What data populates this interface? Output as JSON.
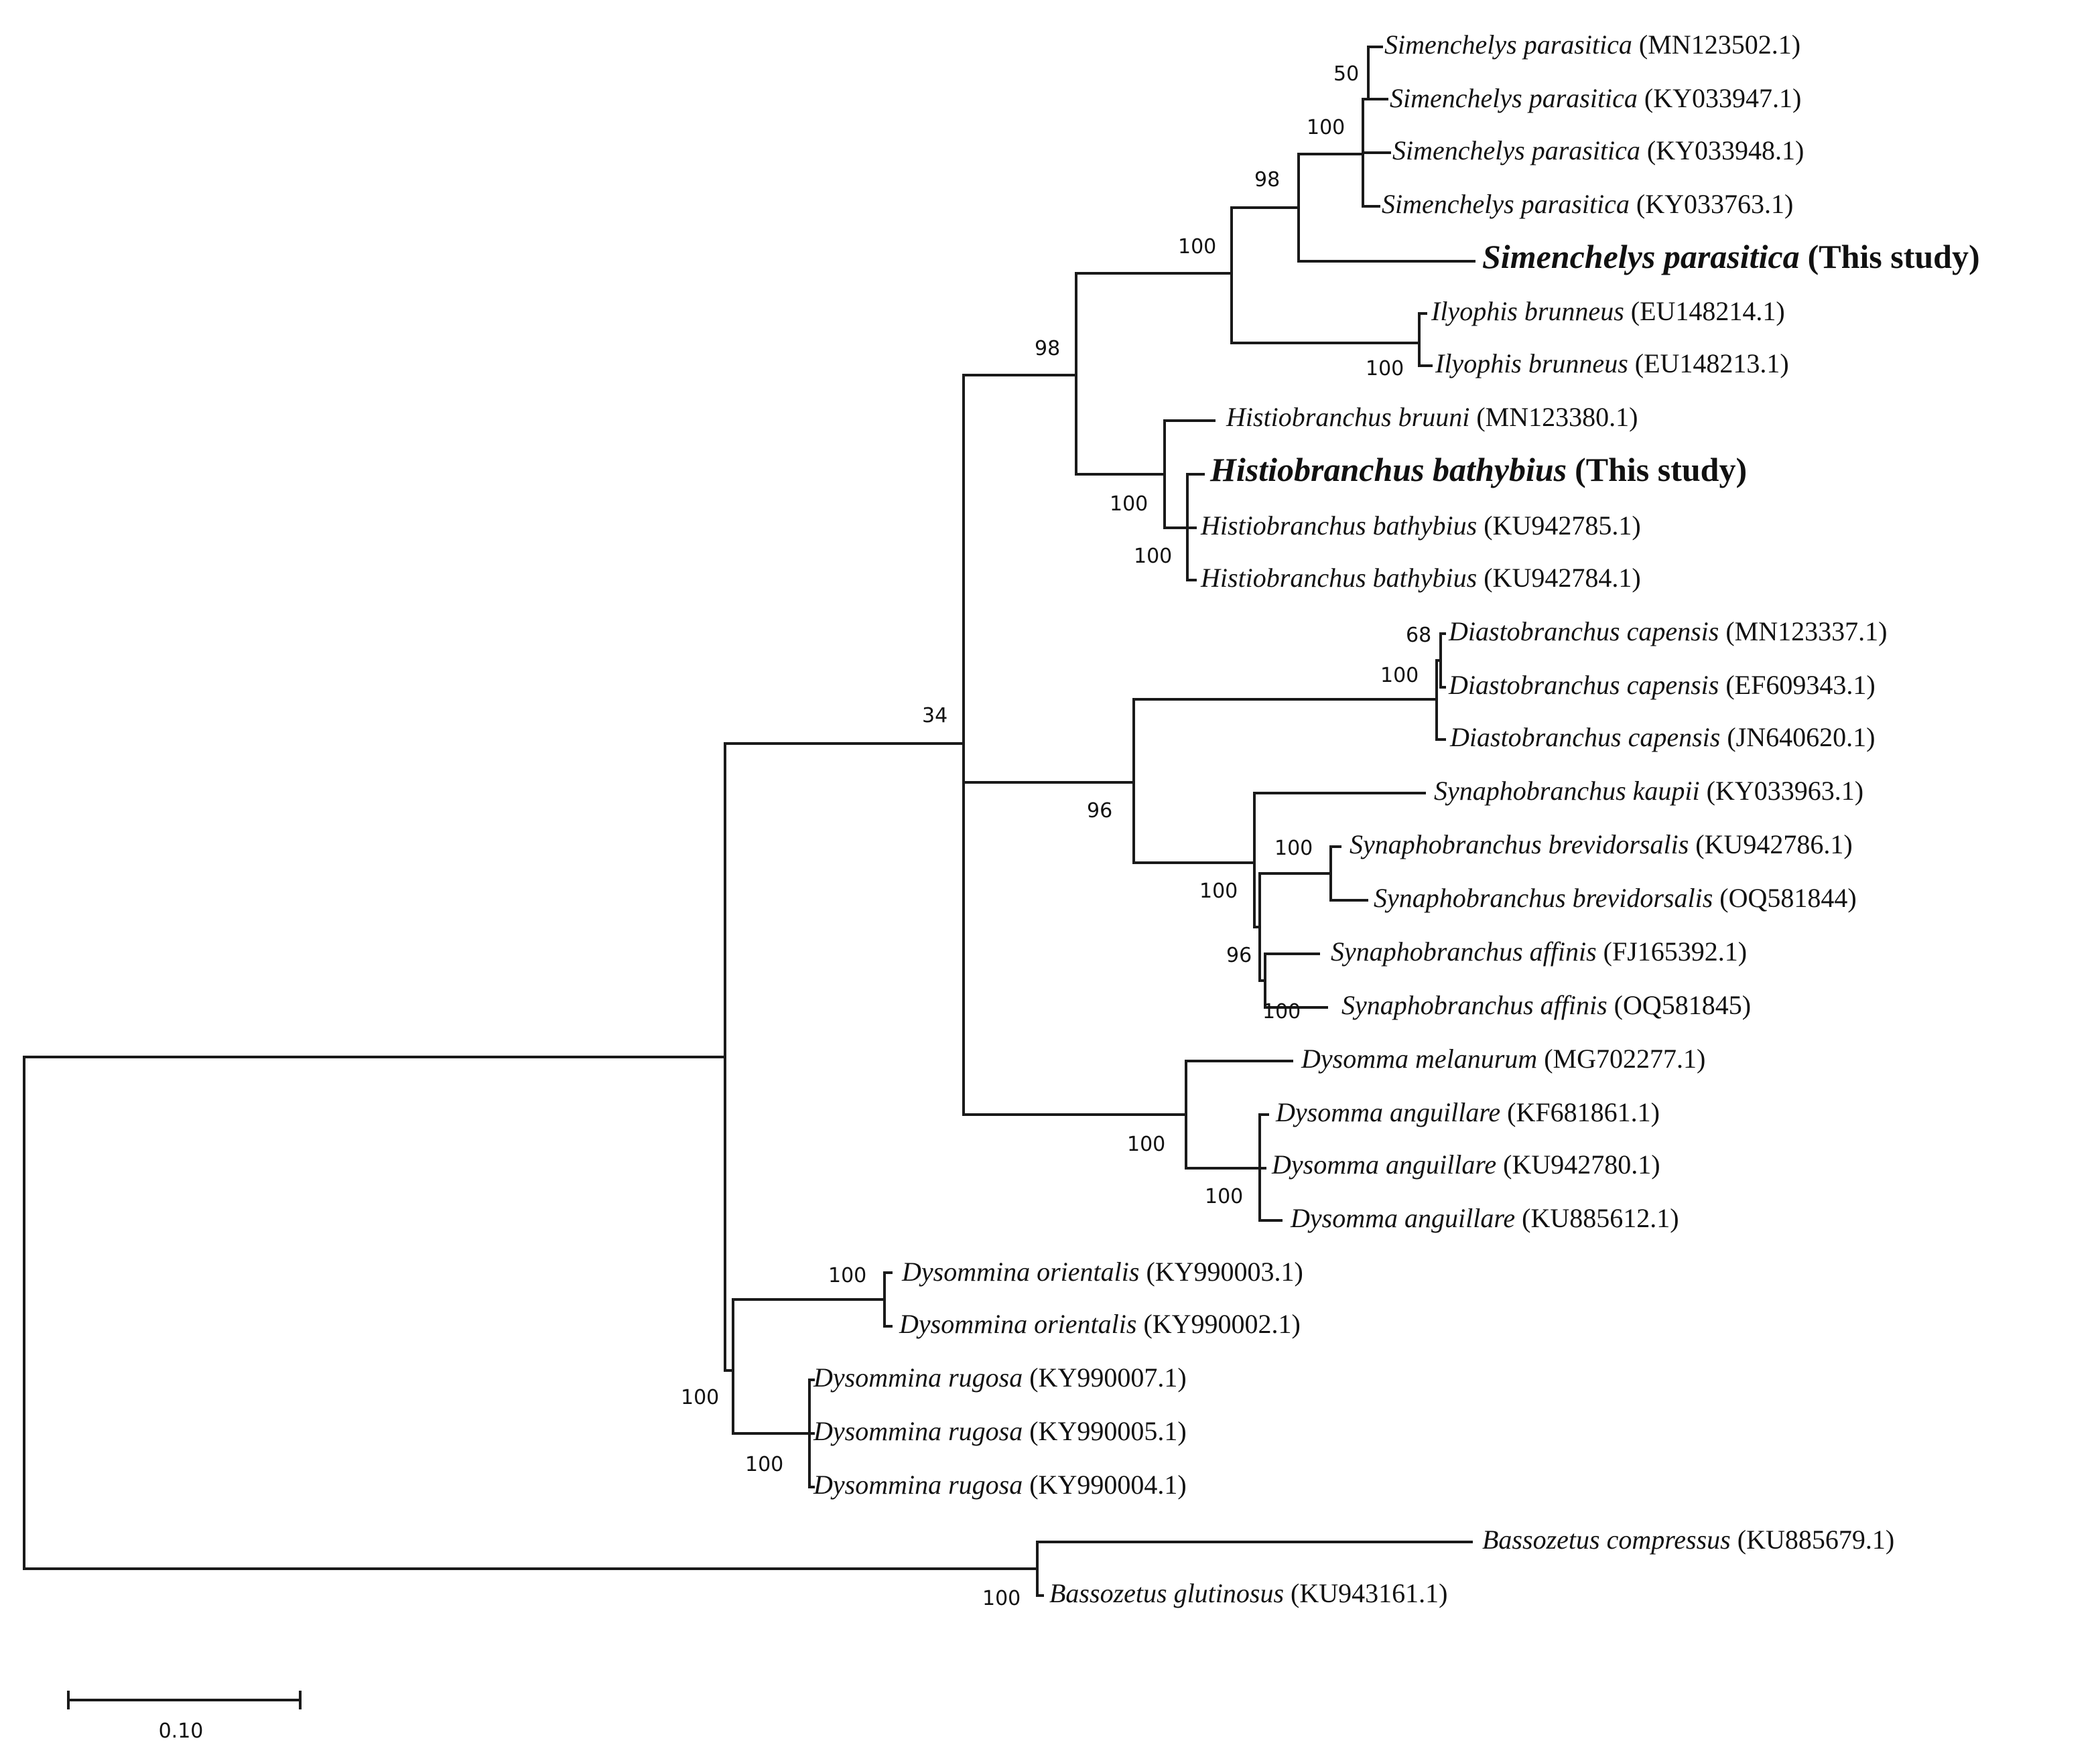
{
  "taxa": [
    {
      "species": "Simenchelys parasitica",
      "accession": "(MN123502.1)"
    },
    {
      "species": "Simenchelys parasitica",
      "accession": "(KY033947.1)"
    },
    {
      "species": "Simenchelys parasitica",
      "accession": "(KY033948.1)"
    },
    {
      "species": "Simenchelys parasitica",
      "accession": "(KY033763.1)"
    },
    {
      "species": "Simenchelys parasitica",
      "accession": "(This study)",
      "highlight": true
    },
    {
      "species": "Ilyophis brunneus",
      "accession": "(EU148214.1)"
    },
    {
      "species": "Ilyophis brunneus",
      "accession": "(EU148213.1)"
    },
    {
      "species": "Histiobranchus bruuni",
      "accession": "(MN123380.1)"
    },
    {
      "species": "Histiobranchus bathybius",
      "accession": "(This study)",
      "highlight": true
    },
    {
      "species": "Histiobranchus bathybius",
      "accession": "(KU942785.1)"
    },
    {
      "species": "Histiobranchus bathybius",
      "accession": "(KU942784.1)"
    },
    {
      "species": "Diastobranchus capensis",
      "accession": "(MN123337.1)"
    },
    {
      "species": "Diastobranchus capensis",
      "accession": "(EF609343.1)"
    },
    {
      "species": "Diastobranchus capensis",
      "accession": "(JN640620.1)"
    },
    {
      "species": "Synaphobranchus kaupii",
      "accession": "(KY033963.1)"
    },
    {
      "species": "Synaphobranchus brevidorsalis",
      "accession": "(KU942786.1)"
    },
    {
      "species": "Synaphobranchus brevidorsalis",
      "accession": "(OQ581844)"
    },
    {
      "species": "Synaphobranchus affinis",
      "accession": "(FJ165392.1)"
    },
    {
      "species": "Synaphobranchus affinis",
      "accession": "(OQ581845)"
    },
    {
      "species": "Dysomma melanurum",
      "accession": "(MG702277.1)"
    },
    {
      "species": "Dysomma anguillare",
      "accession": "(KF681861.1)"
    },
    {
      "species": "Dysomma anguillare",
      "accession": "(KU942780.1)"
    },
    {
      "species": "Dysomma anguillare",
      "accession": "(KU885612.1)"
    },
    {
      "species": "Dysommina orientalis",
      "accession": "(KY990003.1)"
    },
    {
      "species": "Dysommina orientalis",
      "accession": "(KY990002.1)"
    },
    {
      "species": "Dysommina rugosa",
      "accession": "(KY990007.1)"
    },
    {
      "species": "Dysommina rugosa",
      "accession": "(KY990005.1)"
    },
    {
      "species": "Dysommina rugosa",
      "accession": "(KY990004.1)"
    },
    {
      "species": "Bassozetus compressus",
      "accession": "(KU885679.1)"
    },
    {
      "species": "Bassozetus glutinosus",
      "accession": "(KU943161.1)"
    }
  ],
  "supports": [
    "50",
    "100",
    "98",
    "100",
    "100",
    "98",
    "100",
    "100",
    "34",
    "68",
    "100",
    "96",
    "100",
    "100",
    "96",
    "100",
    "100",
    "100",
    "100",
    "100",
    "100",
    "100"
  ],
  "scale_bar": {
    "label": "0.10",
    "value": 0.1
  }
}
